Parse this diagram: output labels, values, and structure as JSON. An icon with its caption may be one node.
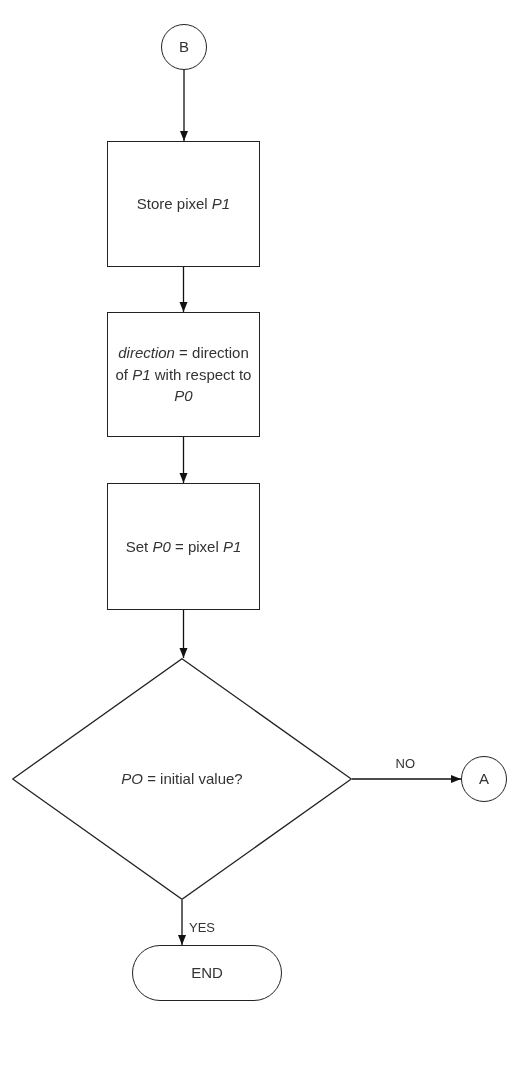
{
  "diagram": {
    "nodes": [
      {
        "text": [
          "B"
        ]
      },
      {
        "text": [
          "Store pixel *P1*"
        ]
      },
      {
        "text": [
          "*direction* = direction of *P1* with respect to *P0*"
        ]
      },
      {
        "text": [
          "Set *P0* =  pixel *P1*"
        ]
      },
      {
        "text": [
          "*PO* = initial value?"
        ]
      },
      {
        "text": [
          "A"
        ]
      },
      {
        "text": [
          "END"
        ]
      }
    ],
    "edges": [
      {
        "from": 0,
        "to": 1,
        "arrow": "to"
      },
      {
        "from": 1,
        "to": 2,
        "arrow": "to"
      },
      {
        "from": 2,
        "to": 3,
        "arrow": "to"
      },
      {
        "from": 3,
        "to": 4,
        "arrow": "to"
      },
      {
        "from": 4,
        "to": 5,
        "arrow": "to",
        "label": "NO"
      },
      {
        "from": 4,
        "to": 6,
        "arrow": "to",
        "label": "YES"
      }
    ]
  }
}
